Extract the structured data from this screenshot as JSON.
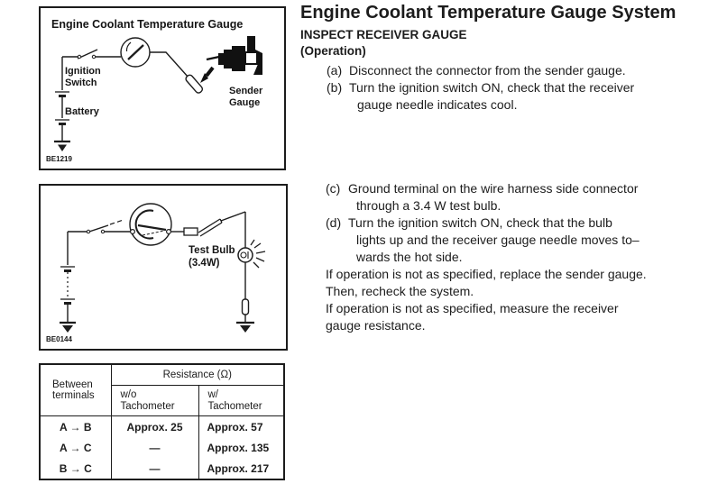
{
  "colors": {
    "ink": "#1c1c1c",
    "paper": "#ffffff"
  },
  "header": {
    "title": "Engine Coolant Temperature Gauge System",
    "inspect_heading": "INSPECT RECEIVER GAUGE",
    "operation_heading": "(Operation)"
  },
  "instructions": {
    "steps_ab": [
      {
        "label": "(a)",
        "lines": [
          "Disconnect the connector from the sender gauge."
        ]
      },
      {
        "label": "(b)",
        "lines": [
          "Turn the ignition switch ON, check that the receiver",
          "gauge needle indicates cool."
        ]
      }
    ],
    "steps_cd": [
      {
        "label": "(c)",
        "lines": [
          "Ground terminal on the wire harness side connector",
          "through a 3.4 W test bulb."
        ]
      },
      {
        "label": "(d)",
        "lines": [
          "Turn the ignition switch ON, check that the bulb",
          "lights up and the receiver gauge needle moves to–",
          "wards the hot side."
        ]
      }
    ],
    "notes": [
      "If operation is not as specified, replace the sender gauge.",
      "Then, recheck the system.",
      "If operation is not as specified, measure the receiver",
      "gauge resistance."
    ]
  },
  "diagram_top": {
    "title": "Engine Coolant Temperature Gauge",
    "ignition_switch_line1": "Ignition",
    "ignition_switch_line2": "Switch",
    "battery_label": "Battery",
    "sender_gauge_line1": "Sender",
    "sender_gauge_line2": "Gauge",
    "figure_code": "BE1219"
  },
  "diagram_bottom": {
    "test_bulb_line1": "Test Bulb",
    "test_bulb_line2": "(3.4W)",
    "figure_code": "BE0144"
  },
  "resistance_table": {
    "row_header_line1": "Between",
    "row_header_line2": "terminals",
    "resistance_header": "Resistance (Ω)",
    "col_without_line1": "w/o",
    "col_without_line2": "Tachometer",
    "col_with_line1": "w/",
    "col_with_line2": "Tachometer",
    "rows": [
      {
        "terminals": "A → B",
        "without_tachometer": "Approx. 25",
        "with_tachometer": "Approx. 57"
      },
      {
        "terminals": "A → C",
        "without_tachometer": "—",
        "with_tachometer": "Approx. 135"
      },
      {
        "terminals": "B → C",
        "without_tachometer": "—",
        "with_tachometer": "Approx. 217"
      }
    ]
  }
}
